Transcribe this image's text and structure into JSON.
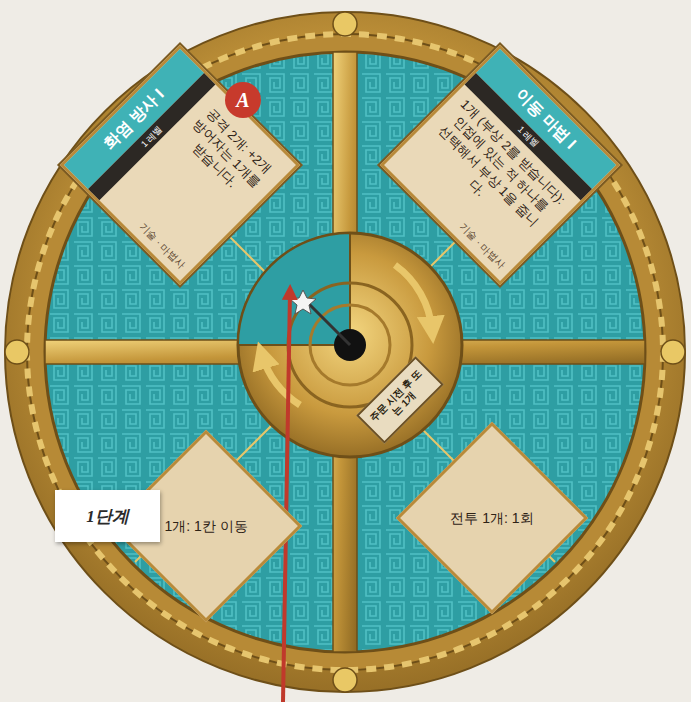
{
  "diagram": {
    "nodes": [
      {
        "text": [
          "화염 방사 I",
          "1 레벨",
          "공격 2개: +2개 방어자는 1개를 받습니다.",
          "기술 · 마법사"
        ]
      },
      {
        "text": [
          "이동 마법 I",
          "1 레벨",
          "1개 (부상 2를 받습니다): 인접에 있는 적 하나를 선택해서 부상 1을 줍니다.",
          "기술 · 마법사"
        ]
      },
      {
        "text": [
          "주문 시전 후 또는 1개"
        ]
      },
      {
        "text": [
          "1개: 1칸 이동"
        ]
      },
      {
        "text": [
          "전투 1개: 1회"
        ]
      },
      {
        "text": [
          "1단계"
        ]
      }
    ],
    "labels": [
      "A"
    ]
  }
}
